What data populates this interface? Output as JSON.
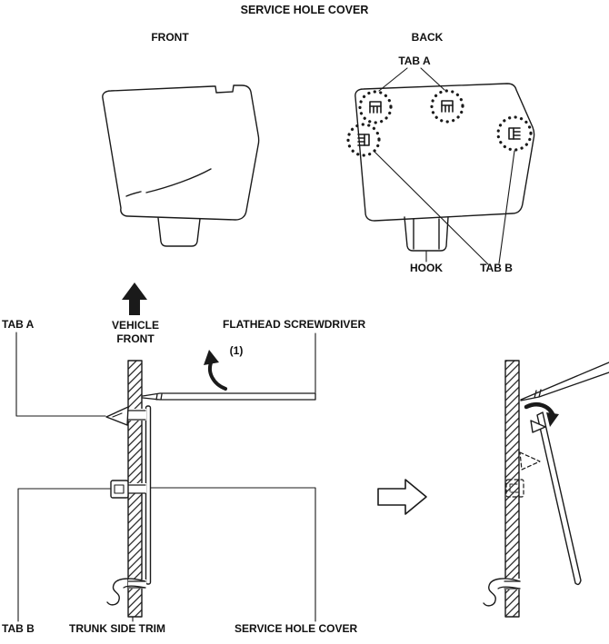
{
  "figure": {
    "title": "SERVICE HOLE COVER"
  },
  "front_view": {
    "label": "FRONT"
  },
  "back_view": {
    "label": "BACK",
    "tab_a": "TAB A",
    "hook": "HOOK",
    "tab_b": "TAB B"
  },
  "removal": {
    "tab_a": "TAB A",
    "vehicle_front_line1": "VEHICLE",
    "vehicle_front_line2": "FRONT",
    "flathead_screwdriver": "FLATHEAD SCREWDRIVER",
    "step": "(1)",
    "tab_b": "TAB B",
    "trunk_side_trim": "TRUNK SIDE TRIM",
    "service_hole_cover": "SERVICE HOLE COVER"
  },
  "colors": {
    "line": "#1a1a1a",
    "background": "#ffffff"
  }
}
